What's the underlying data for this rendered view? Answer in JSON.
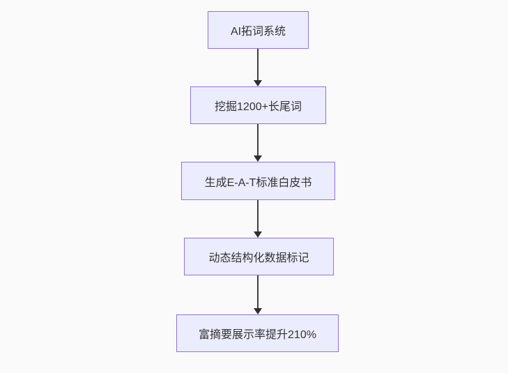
{
  "colors": {
    "background": "#fafafa",
    "node_fill": "#ececff",
    "node_border": "#9370db",
    "node_text": "#333333",
    "arrow": "#3f3f3f"
  },
  "flowchart": {
    "type": "flowchart-vertical",
    "nodes": [
      {
        "id": "A",
        "label": "AI拓词系统"
      },
      {
        "id": "B",
        "label": "挖掘1200+长尾词"
      },
      {
        "id": "C",
        "label": "生成E-A-T标准白皮书"
      },
      {
        "id": "D",
        "label": "动态结构化数据标记"
      },
      {
        "id": "E",
        "label": "富摘要展示率提升210%"
      }
    ],
    "edges": [
      {
        "from": "A",
        "to": "B",
        "style": "arrow-down"
      },
      {
        "from": "B",
        "to": "C",
        "style": "arrow-down"
      },
      {
        "from": "C",
        "to": "D",
        "style": "arrow-down"
      },
      {
        "from": "D",
        "to": "E",
        "style": "arrow-down"
      }
    ]
  }
}
